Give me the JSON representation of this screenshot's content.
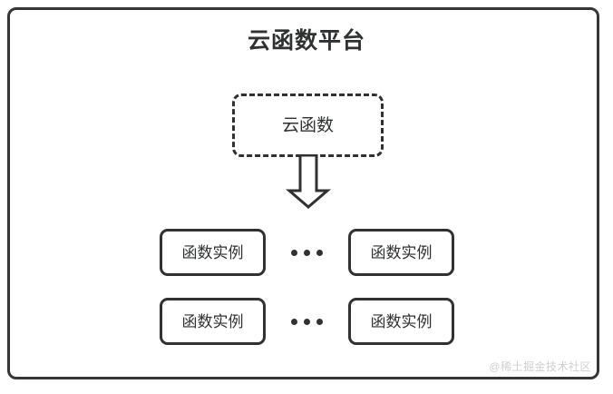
{
  "diagram": {
    "title": "云函数平台",
    "border_color": "#343638",
    "background": "#ffffff",
    "text_color": "#2f3132"
  },
  "cloud_function": {
    "label": "云函数",
    "style": "dashed-rounded-rectangle"
  },
  "arrow": {
    "icon": "down-block-arrow",
    "direction": "down"
  },
  "instances": {
    "ellipsis": "...",
    "rows": [
      {
        "left": {
          "label": "函数实例"
        },
        "right": {
          "label": "函数实例"
        }
      },
      {
        "left": {
          "label": "函数实例"
        },
        "right": {
          "label": "函数实例"
        }
      }
    ]
  },
  "watermark": {
    "text": "@稀土掘金技术社区",
    "color": "#cfcfcf"
  }
}
